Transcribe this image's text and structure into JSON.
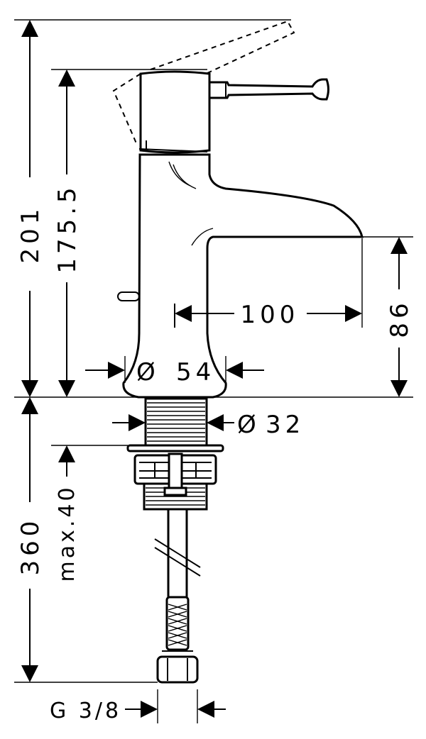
{
  "dimensions": {
    "overall_height": "201",
    "spout_height_top": "175.5",
    "spout_outlet_height": "86",
    "spout_reach": "100",
    "base_diameter": "54",
    "shank_diameter": "32",
    "total_below": "360",
    "max_thickness": "max.40",
    "connection_thread": "G 3/8"
  },
  "symbols": {
    "diameter": "Ø"
  },
  "colors": {
    "ink": "#000000",
    "paper": "#ffffff"
  }
}
